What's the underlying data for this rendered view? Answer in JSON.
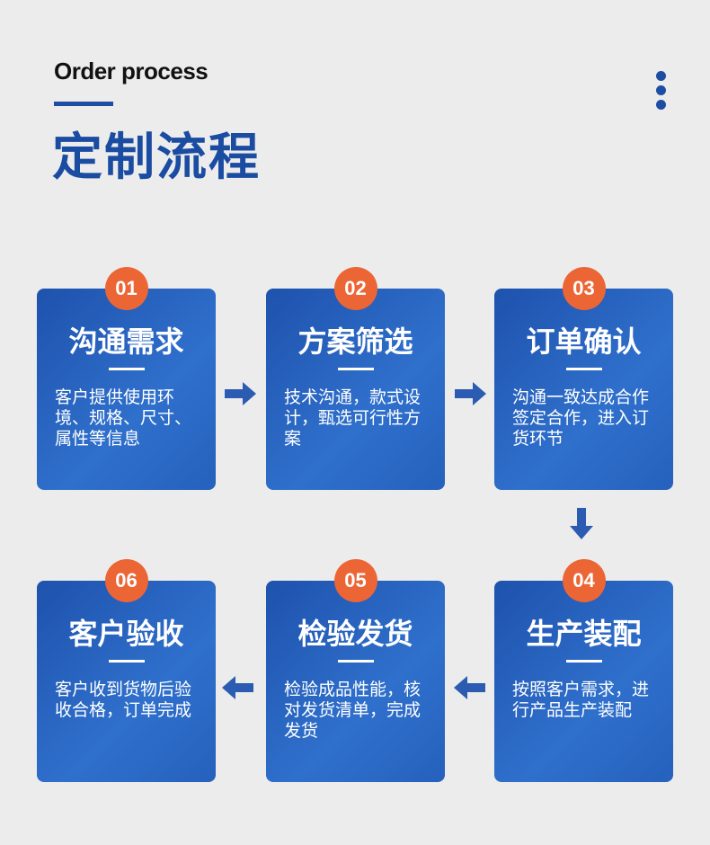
{
  "header": {
    "subtitle": "Order process",
    "title": "定制流程"
  },
  "colors": {
    "accent": "#1a4ca2",
    "badge": "#ec6535"
  },
  "steps": [
    {
      "num": "01",
      "title": "沟通需求",
      "desc": "客户提供使用环境、规格、尺寸、属性等信息"
    },
    {
      "num": "02",
      "title": "方案筛选",
      "desc": "技术沟通，款式设计，甄选可行性方案"
    },
    {
      "num": "03",
      "title": "订单确认",
      "desc": "沟通一致达成合作签定合作，进入订货环节"
    },
    {
      "num": "04",
      "title": "生产装配",
      "desc": "按照客户需求，进行产品生产装配"
    },
    {
      "num": "05",
      "title": "检验发货",
      "desc": "检验成品性能，核对发货清单，完成发货"
    },
    {
      "num": "06",
      "title": "客户验收",
      "desc": "客户收到货物后验收合格，订单完成"
    }
  ]
}
